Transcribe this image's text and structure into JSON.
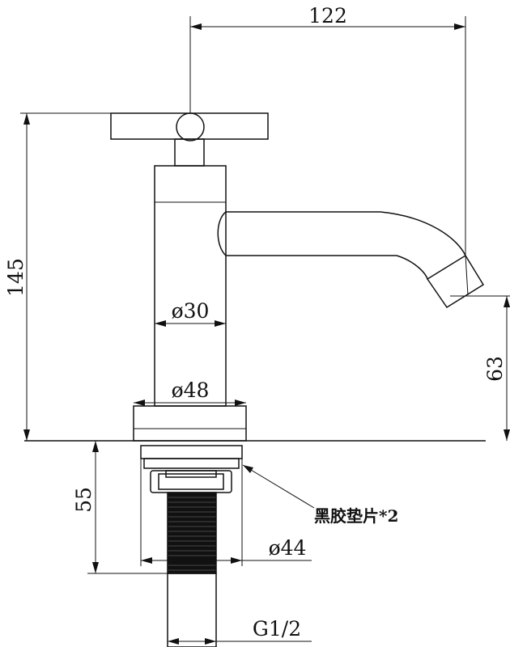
{
  "dimensions": {
    "width_total": "122",
    "height_total": "145",
    "spout_height": "63",
    "body_diameter": "ø30",
    "base_diameter": "ø48",
    "below_deck": "55",
    "washer_diameter": "ø44",
    "thread": "G1/2"
  },
  "callout": "黑胶垫片*2"
}
